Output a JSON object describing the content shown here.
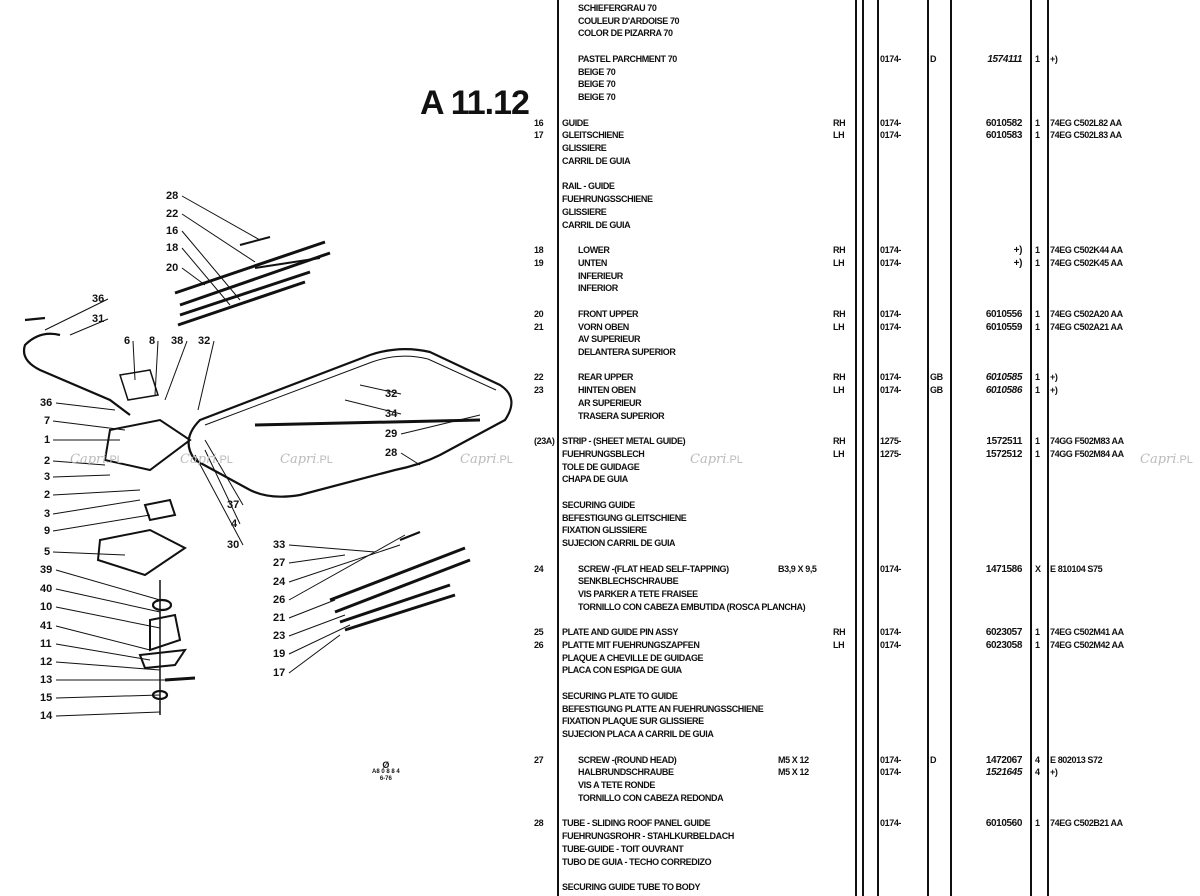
{
  "page_title": "A 11.12",
  "stamp": {
    "symbol": "Ø",
    "line1": "A8 0 8 8 4",
    "line2": "6-76"
  },
  "watermark": {
    "brand": "Capri",
    "suffix": ".PL"
  },
  "callouts": [
    "28",
    "22",
    "16",
    "18",
    "20",
    "36",
    "31",
    "6",
    "8",
    "38",
    "32",
    "36",
    "7",
    "1",
    "2",
    "3",
    "2",
    "3",
    "9",
    "5",
    "39",
    "40",
    "10",
    "41",
    "11",
    "12",
    "13",
    "15",
    "14",
    "32",
    "34",
    "29",
    "28",
    "37",
    "4",
    "30",
    "33",
    "27",
    "24",
    "26",
    "21",
    "23",
    "19",
    "17"
  ],
  "rows": [
    {
      "desc": "SCHIEFERGRAU 70",
      "indent": true
    },
    {
      "desc": "COULEUR D'ARDOISE 70",
      "indent": true
    },
    {
      "desc": "COLOR DE PIZARRA 70",
      "indent": true
    },
    {},
    {
      "desc": "PASTEL PARCHMENT 70",
      "indent": true,
      "date": "0174-",
      "cc": "D",
      "part": "1574111",
      "italic": true,
      "qty": "1",
      "code": "+)"
    },
    {
      "desc": "BEIGE 70",
      "indent": true
    },
    {
      "desc": "BEIGE 70",
      "indent": true
    },
    {
      "desc": "BEIGE 70",
      "indent": true
    },
    {},
    {
      "ref": "16",
      "desc": "GUIDE",
      "side": "RH",
      "date": "0174-",
      "part": "6010582",
      "qty": "1",
      "code": "74EG C502L82 AA"
    },
    {
      "ref": "17",
      "desc": "GLEITSCHIENE",
      "side": "LH",
      "date": "0174-",
      "part": "6010583",
      "qty": "1",
      "code": "74EG C502L83 AA"
    },
    {
      "desc": "GLISSIERE"
    },
    {
      "desc": "CARRIL DE GUIA"
    },
    {},
    {
      "desc": "RAIL - GUIDE"
    },
    {
      "desc": "FUEHRUNGSSCHIENE"
    },
    {
      "desc": "GLISSIERE"
    },
    {
      "desc": "CARRIL DE GUIA"
    },
    {},
    {
      "ref": "18",
      "desc": "LOWER",
      "indent": true,
      "side": "RH",
      "date": "0174-",
      "part": "+)",
      "qty": "1",
      "code": "74EG C502K44 AA"
    },
    {
      "ref": "19",
      "desc": "UNTEN",
      "indent": true,
      "side": "LH",
      "date": "0174-",
      "part": "+)",
      "qty": "1",
      "code": "74EG C502K45 AA"
    },
    {
      "desc": "INFERIEUR",
      "indent": true
    },
    {
      "desc": "INFERIOR",
      "indent": true
    },
    {},
    {
      "ref": "20",
      "desc": "FRONT UPPER",
      "indent": true,
      "side": "RH",
      "date": "0174-",
      "part": "6010556",
      "qty": "1",
      "code": "74EG C502A20 AA"
    },
    {
      "ref": "21",
      "desc": "VORN OBEN",
      "indent": true,
      "side": "LH",
      "date": "0174-",
      "part": "6010559",
      "qty": "1",
      "code": "74EG C502A21 AA"
    },
    {
      "desc": "AV SUPERIEUR",
      "indent": true
    },
    {
      "desc": "DELANTERA SUPERIOR",
      "indent": true
    },
    {},
    {
      "ref": "22",
      "desc": "REAR UPPER",
      "indent": true,
      "side": "RH",
      "date": "0174-",
      "cc": "GB",
      "part": "6010585",
      "italic": true,
      "qty": "1",
      "code": "+)"
    },
    {
      "ref": "23",
      "desc": "HINTEN OBEN",
      "indent": true,
      "side": "LH",
      "date": "0174-",
      "cc": "GB",
      "part": "6010586",
      "italic": true,
      "qty": "1",
      "code": "+)"
    },
    {
      "desc": "AR SUPERIEUR",
      "indent": true
    },
    {
      "desc": "TRASERA SUPERIOR",
      "indent": true
    },
    {},
    {
      "ref": "(23A)",
      "desc": "STRIP - (SHEET METAL GUIDE)",
      "side": "RH",
      "date": "1275-",
      "part": "1572511",
      "qty": "1",
      "code": "74GG F502M83 AA"
    },
    {
      "desc": "FUEHRUNGSBLECH",
      "side": "LH",
      "date": "1275-",
      "part": "1572512",
      "qty": "1",
      "code": "74GG F502M84 AA"
    },
    {
      "desc": "TOLE DE GUIDAGE"
    },
    {
      "desc": "CHAPA DE GUIA"
    },
    {},
    {
      "desc": "SECURING GUIDE"
    },
    {
      "desc": "BEFESTIGUNG GLEITSCHIENE"
    },
    {
      "desc": "FIXATION GLISSIERE"
    },
    {
      "desc": "SUJECION CARRIL DE GUIA"
    },
    {},
    {
      "ref": "24",
      "desc": "SCREW -(FLAT HEAD SELF-TAPPING)",
      "indent": true,
      "spec": "B3,9 X 9,5",
      "date": "0174-",
      "part": "1471586",
      "qty": "X",
      "code": "E 810104 S75"
    },
    {
      "desc": "SENKBLECHSCHRAUBE",
      "indent": true
    },
    {
      "desc": "VIS PARKER A TETE FRAISEE",
      "indent": true
    },
    {
      "desc": "TORNILLO CON CABEZA EMBUTIDA (ROSCA PLANCHA)",
      "indent": true
    },
    {},
    {
      "ref": "25",
      "desc": "PLATE AND GUIDE PIN ASSY",
      "side": "RH",
      "date": "0174-",
      "part": "6023057",
      "qty": "1",
      "code": "74EG C502M41 AA"
    },
    {
      "ref": "26",
      "desc": "PLATTE MIT FUEHRUNGSZAPFEN",
      "side": "LH",
      "date": "0174-",
      "part": "6023058",
      "qty": "1",
      "code": "74EG C502M42 AA"
    },
    {
      "desc": "PLAQUE A CHEVILLE DE GUIDAGE"
    },
    {
      "desc": "PLACA CON ESPIGA DE GUIA"
    },
    {},
    {
      "desc": "SECURING PLATE TO GUIDE"
    },
    {
      "desc": "BEFESTIGUNG PLATTE AN FUEHRUNGSSCHIENE"
    },
    {
      "desc": "FIXATION PLAQUE SUR GLISSIERE"
    },
    {
      "desc": "SUJECION PLACA A CARRIL DE GUIA"
    },
    {},
    {
      "ref": "27",
      "desc": "SCREW -(ROUND HEAD)",
      "indent": true,
      "spec": "M5 X 12",
      "date": "0174-",
      "cc": "D",
      "part": "1472067",
      "qty": "4",
      "code": "E 802013 S72"
    },
    {
      "desc": "HALBRUNDSCHRAUBE",
      "indent": true,
      "spec": "M5 X 12",
      "date": "0174-",
      "part": "1521645",
      "italic": true,
      "qty": "4",
      "code": "+)"
    },
    {
      "desc": "VIS A TETE RONDE",
      "indent": true
    },
    {
      "desc": "TORNILLO CON CABEZA REDONDA",
      "indent": true
    },
    {},
    {
      "ref": "28",
      "desc": "TUBE - SLIDING ROOF PANEL GUIDE",
      "date": "0174-",
      "part": "6010560",
      "qty": "1",
      "code": "74EG C502B21 AA"
    },
    {
      "desc": "FUEHRUNGSROHR - STAHLKURBELDACH"
    },
    {
      "desc": "TUBE-GUIDE - TOIT OUVRANT"
    },
    {
      "desc": "TUBO DE GUIA - TECHO CORREDIZO"
    },
    {},
    {
      "desc": "SECURING GUIDE TUBE TO BODY"
    }
  ]
}
